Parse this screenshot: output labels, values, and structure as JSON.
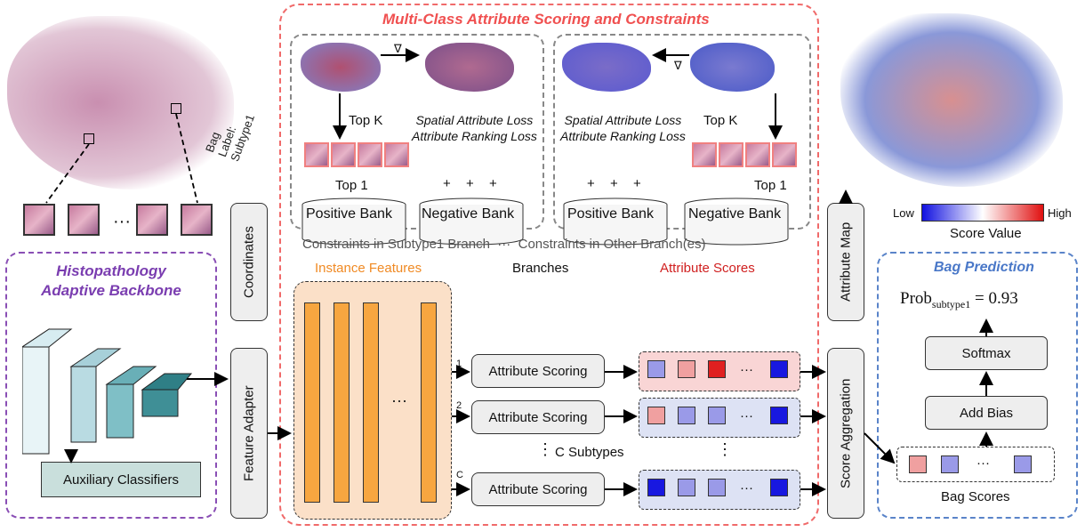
{
  "left": {
    "bag_label": "Bag Label: Subtype1",
    "ellipsis": "···",
    "backbone_title": "Histopathology Adaptive Backbone",
    "aux_classifiers": "Auxiliary Classifiers",
    "coordinates": "Coordinates",
    "feature_adapter": "Feature Adapter"
  },
  "center": {
    "title": "Multi-Class Attribute Scoring and Constraints",
    "subtype1_panel": {
      "nabla": "∇",
      "top_k": "Top K",
      "top_1": "Top 1",
      "losses": "Spatial Attribute Loss\nAttribute Ranking Loss",
      "positive_bank": "Positive Bank",
      "negative_bank": "Negative Bank",
      "plus": "+"
    },
    "other_panel": {
      "nabla": "∇",
      "top_k": "Top K",
      "top_1": "Top 1",
      "losses": "Spatial Attribute Loss\nAttribute Ranking Loss",
      "positive_bank": "Positive Bank",
      "negative_bank": "Negative Bank",
      "plus": "+"
    },
    "constraints_caption": "Constraints in Subtype1 Branch  ···  Constraints in Other Branch(es)",
    "instance_features": "Instance Features",
    "branches": "Branches",
    "attribute_scores": "Attribute Scores",
    "branch_rows": [
      {
        "index": "1",
        "label": "Attribute Scoring"
      },
      {
        "index": "2",
        "label": "Attribute Scoring"
      },
      {
        "index": "C",
        "label": "Attribute Scoring"
      }
    ],
    "c_subtypes": "C Subtypes",
    "dots": "⋮",
    "h_dots": "···"
  },
  "right": {
    "attribute_map": "Attribute Map",
    "score_aggregation": "Score Aggregation",
    "colorbar": {
      "low": "Low",
      "high": "High",
      "caption": "Score Value",
      "low_color": "#1010e0",
      "mid_color": "#ffffff",
      "high_color": "#e01010"
    },
    "bag_prediction_title": "Bag Prediction",
    "prob_label": "Prob",
    "prob_sub": "subtype1",
    "prob_value": "= 0.93",
    "softmax": "Softmax",
    "add_bias": "Add Bias",
    "bag_scores": "Bag Scores",
    "ellipsis": "···"
  },
  "colors": {
    "red_accent": "#f05050",
    "purple_accent": "#7a3db0",
    "blue_accent": "#4a78c8",
    "orange_accent": "#f08a24"
  }
}
